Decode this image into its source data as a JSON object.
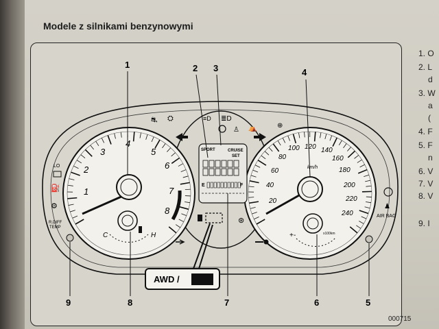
{
  "section_title": "Modele z silnikami benzynowymi",
  "figure_code": "000715",
  "callouts": [
    "1",
    "2",
    "3",
    "4",
    "5",
    "6",
    "7",
    "8",
    "9"
  ],
  "tachometer": {
    "scale": [
      "1",
      "2",
      "3",
      "4",
      "5",
      "6",
      "7",
      "8"
    ],
    "temp_low": "C",
    "temp_high": "H"
  },
  "speedometer": {
    "scale": [
      "20",
      "40",
      "60",
      "80",
      "100",
      "120",
      "140",
      "160",
      "180",
      "200",
      "220",
      "240"
    ],
    "unit": "km/h",
    "fuel_minus": "-",
    "fuel_plus": "+",
    "small_unit": "x100km"
  },
  "display": {
    "sport": "SPORT",
    "cruise": "CRUISE",
    "set": "SET",
    "empty": "E",
    "full": "F"
  },
  "left_labels": {
    "lo": "LO",
    "rdiff": "R.DIFF",
    "temp": "TEMP"
  },
  "airbag": "AIR BAG",
  "awd": "AWD /",
  "side_list": [
    "1. O",
    "2. L",
    "d",
    "3. W",
    "a",
    "(",
    "4. F",
    "5. F",
    "n",
    "6. V",
    "7. V",
    "8. V",
    "",
    "9. I"
  ]
}
